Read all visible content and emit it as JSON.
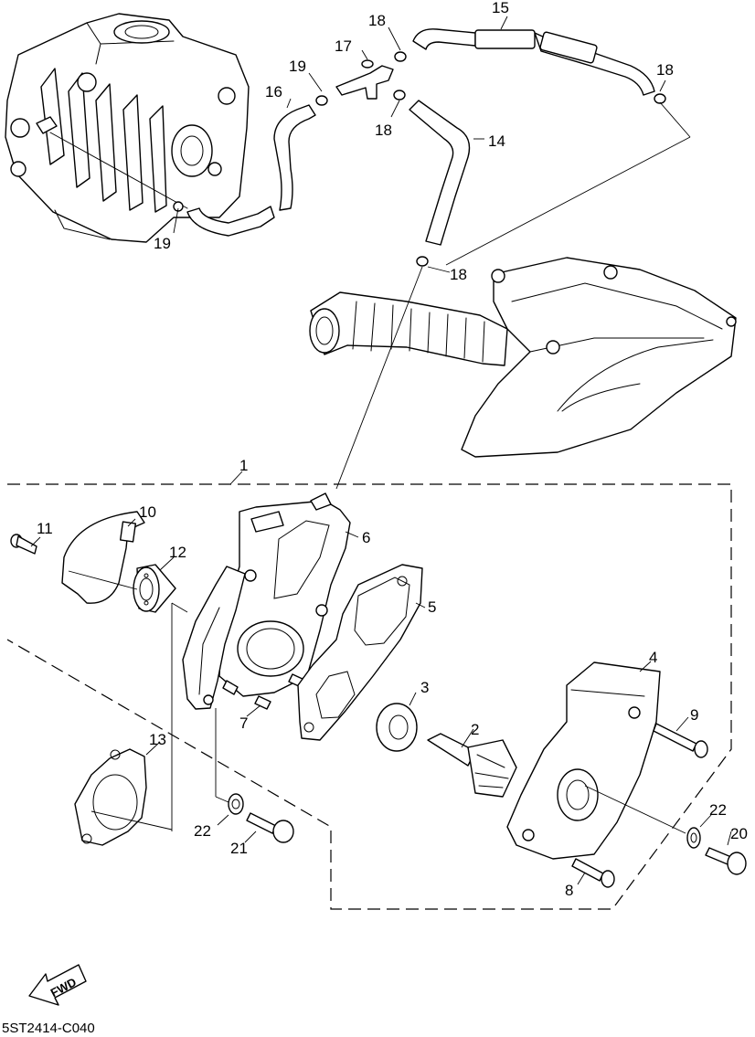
{
  "callouts": [
    {
      "id": "c1",
      "text": "1"
    },
    {
      "id": "c2",
      "text": "2"
    },
    {
      "id": "c3",
      "text": "3"
    },
    {
      "id": "c4",
      "text": "4"
    },
    {
      "id": "c5",
      "text": "5"
    },
    {
      "id": "c6",
      "text": "6"
    },
    {
      "id": "c7",
      "text": "7"
    },
    {
      "id": "c8",
      "text": "8"
    },
    {
      "id": "c9",
      "text": "9"
    },
    {
      "id": "c10",
      "text": "10"
    },
    {
      "id": "c11",
      "text": "11"
    },
    {
      "id": "c12",
      "text": "12"
    },
    {
      "id": "c13",
      "text": "13"
    },
    {
      "id": "c14",
      "text": "14"
    },
    {
      "id": "c15",
      "text": "15"
    },
    {
      "id": "c16",
      "text": "16"
    },
    {
      "id": "c17",
      "text": "17"
    },
    {
      "id": "c18a",
      "text": "18"
    },
    {
      "id": "c18b",
      "text": "18"
    },
    {
      "id": "c18c",
      "text": "18"
    },
    {
      "id": "c18d",
      "text": "18"
    },
    {
      "id": "c19a",
      "text": "19"
    },
    {
      "id": "c19b",
      "text": "19"
    },
    {
      "id": "c20",
      "text": "20"
    },
    {
      "id": "c21",
      "text": "21"
    },
    {
      "id": "c22a",
      "text": "22"
    },
    {
      "id": "c22b",
      "text": "22"
    }
  ],
  "direction_label": "FWD",
  "figure_code": "5ST2414-C040"
}
